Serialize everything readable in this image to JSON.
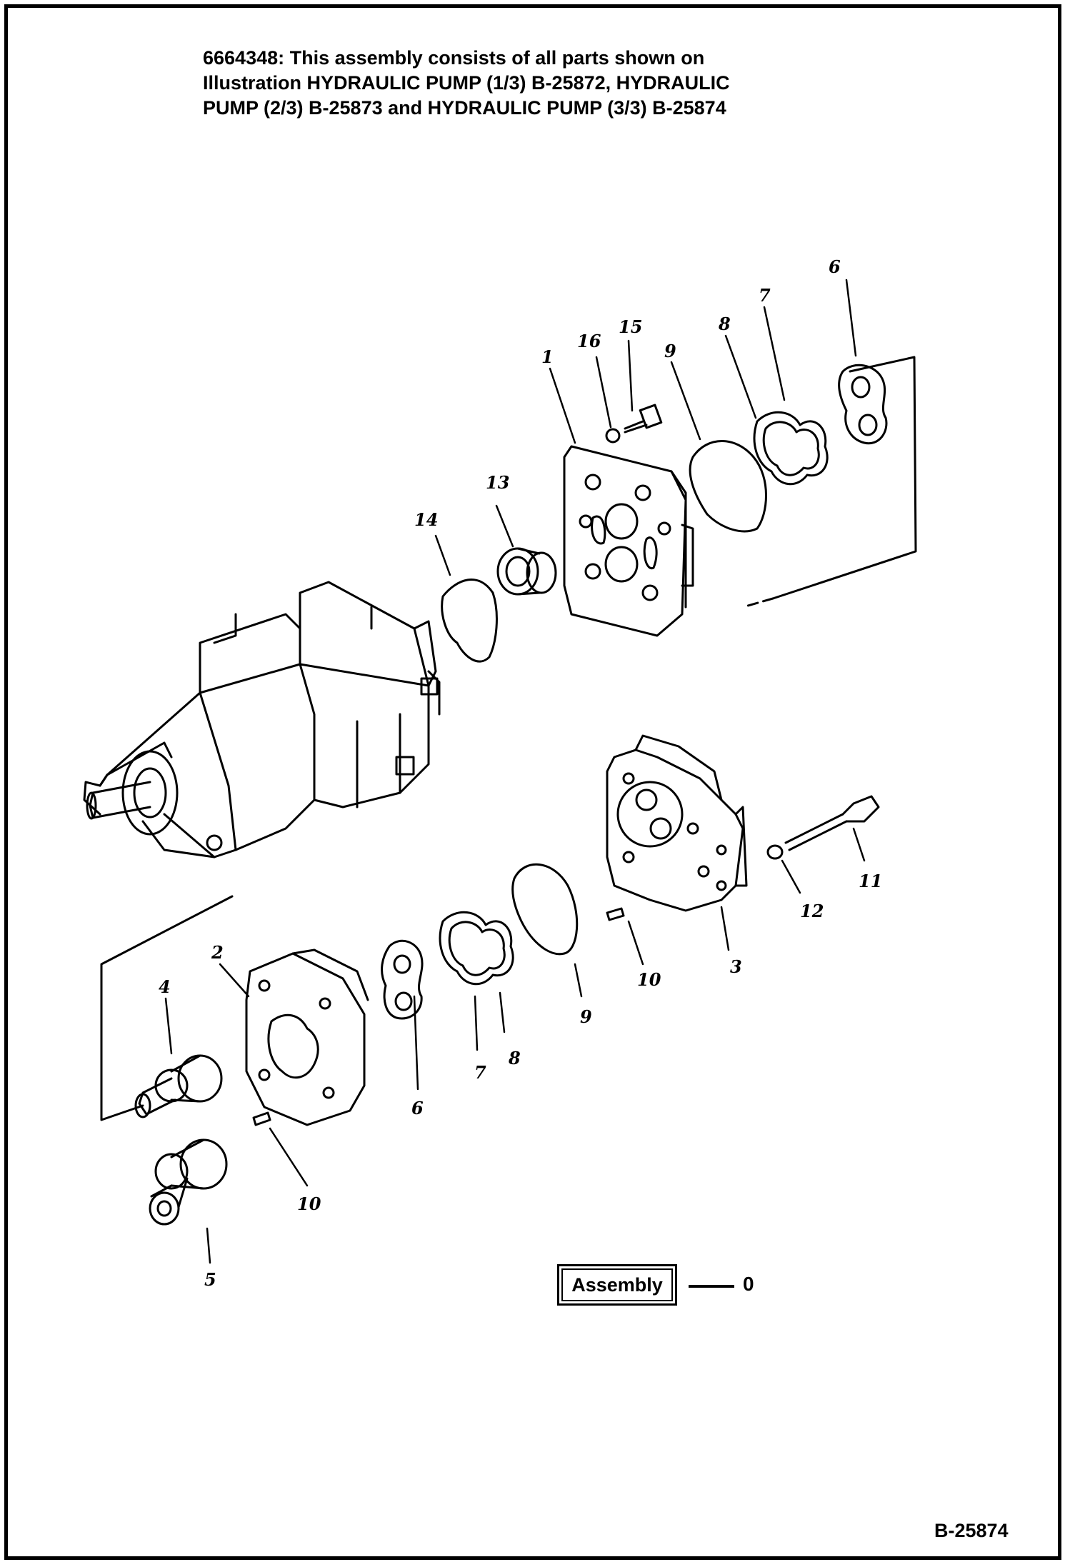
{
  "header": {
    "title": "6664348: This assembly consists of all parts shown on\nIllustration HYDRAULIC PUMP (1/3) B-25872, HYDRAULIC\nPUMP (2/3) B-25873 and HYDRAULIC PUMP (3/3) B-25874"
  },
  "callouts": {
    "c1": "1",
    "c2": "2",
    "c3": "3",
    "c4": "4",
    "c5": "5",
    "c6a": "6",
    "c6b": "6",
    "c7a": "7",
    "c7b": "7",
    "c8a": "8",
    "c8b": "8",
    "c9a": "9",
    "c9b": "9",
    "c10a": "10",
    "c10b": "10",
    "c11": "11",
    "c12": "12",
    "c13": "13",
    "c14": "14",
    "c15": "15",
    "c16": "16"
  },
  "legend": {
    "assembly_label": "Assembly",
    "assembly_number": "0"
  },
  "footer": {
    "drawing_ref": "B-25874"
  }
}
